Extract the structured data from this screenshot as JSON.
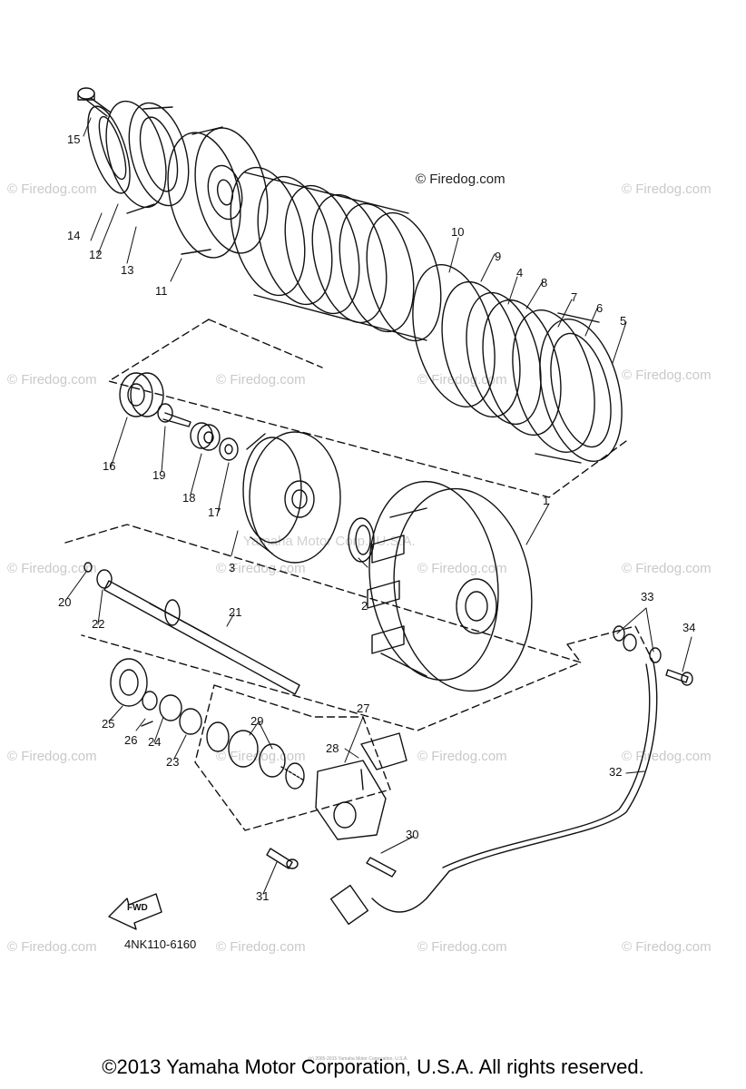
{
  "diagram_code": "4NK110-6160",
  "brand_mark": "© Firedog.com",
  "watermark": "© Firedog.com",
  "center_watermark": "Yamaha Motor Corp., U.S.A.",
  "fwd_label": "FWD",
  "small_copyright": "(c) 2005-2015 Yamaha Motor Corporation, U.S.A.",
  "footer": "©2013 Yamaha Motor Corporation, U.S.A. All rights reserved.",
  "callouts": [
    {
      "n": "1"
    },
    {
      "n": "2"
    },
    {
      "n": "3"
    },
    {
      "n": "4"
    },
    {
      "n": "5"
    },
    {
      "n": "6"
    },
    {
      "n": "7"
    },
    {
      "n": "8"
    },
    {
      "n": "9"
    },
    {
      "n": "10"
    },
    {
      "n": "11"
    },
    {
      "n": "12"
    },
    {
      "n": "13"
    },
    {
      "n": "14"
    },
    {
      "n": "15"
    },
    {
      "n": "16"
    },
    {
      "n": "17"
    },
    {
      "n": "18"
    },
    {
      "n": "19"
    },
    {
      "n": "20"
    },
    {
      "n": "21"
    },
    {
      "n": "22"
    },
    {
      "n": "23"
    },
    {
      "n": "24"
    },
    {
      "n": "25"
    },
    {
      "n": "26"
    },
    {
      "n": "27"
    },
    {
      "n": "28"
    },
    {
      "n": "29"
    },
    {
      "n": "30"
    },
    {
      "n": "31"
    },
    {
      "n": "32"
    },
    {
      "n": "33"
    },
    {
      "n": "34"
    }
  ]
}
